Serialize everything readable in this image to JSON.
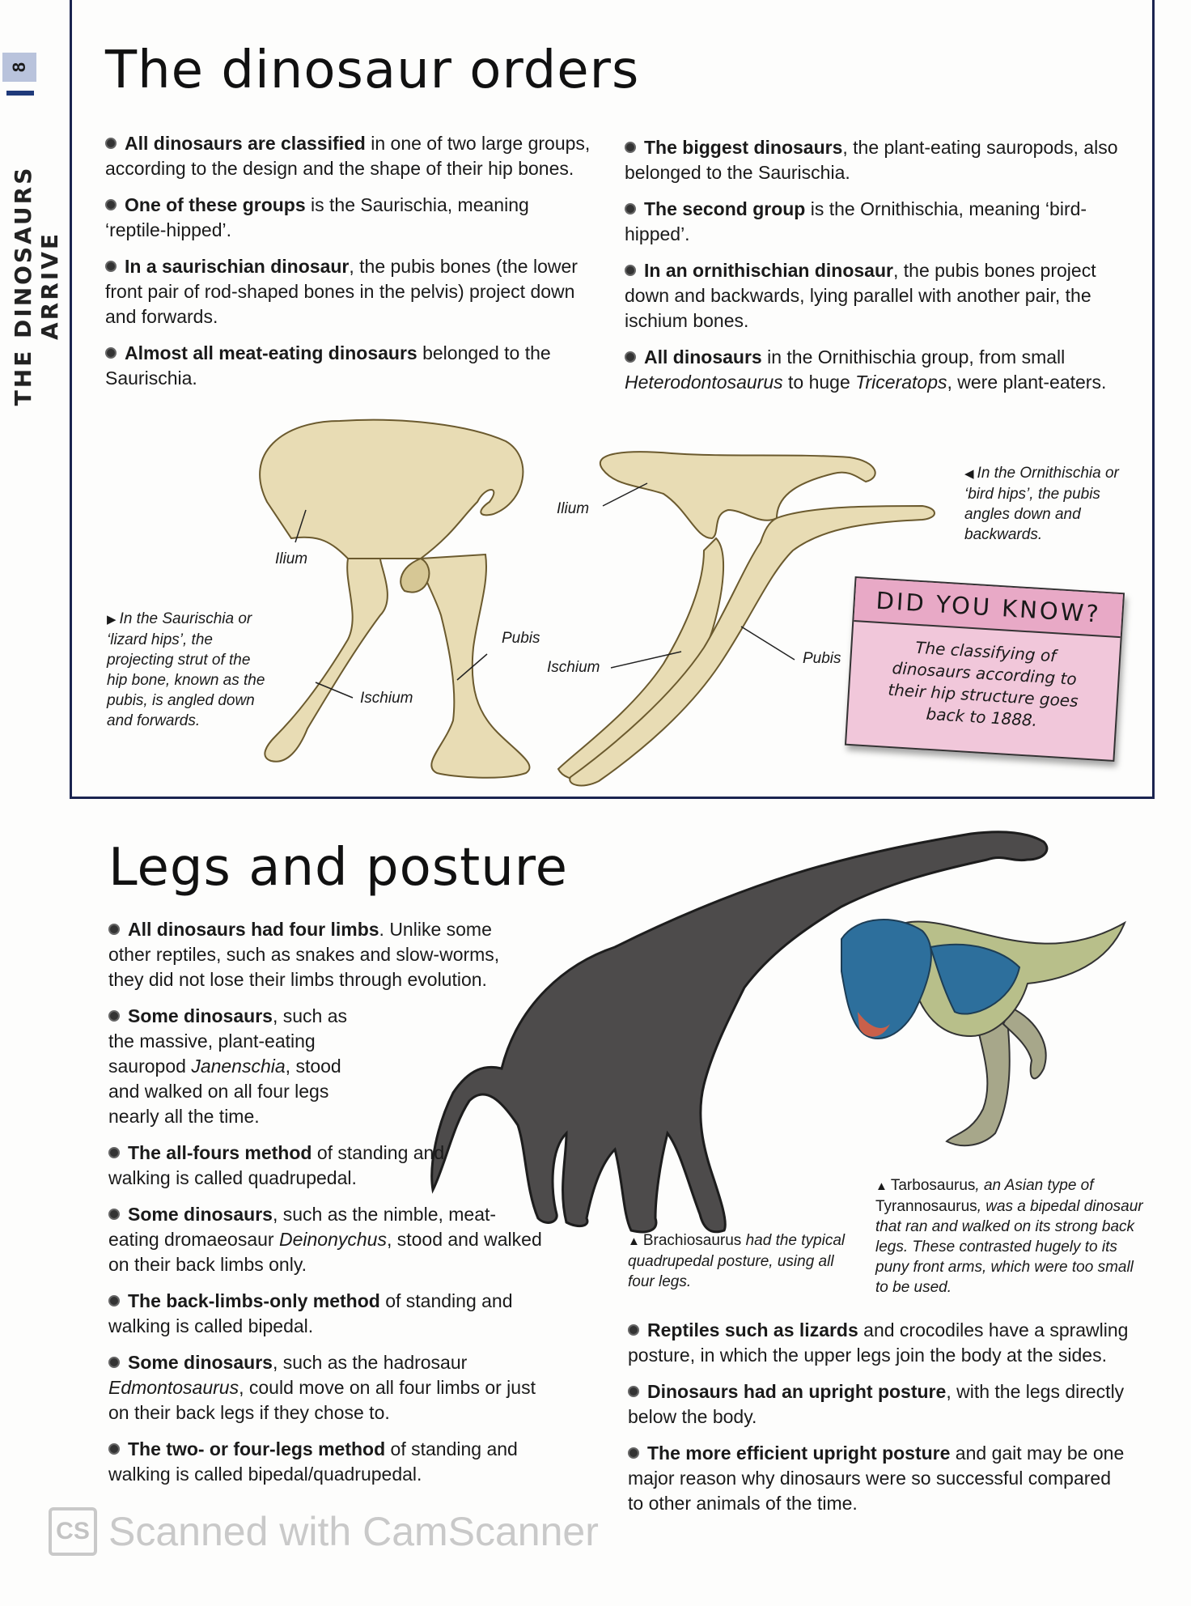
{
  "page": {
    "number": "8",
    "section_tab": "THE DINOSAURS ARRIVE"
  },
  "orders": {
    "title": "The dinosaur orders",
    "left_bullets": [
      {
        "bold": "All dinosaurs are classified",
        "rest": " in one of two large groups, according to the design and the shape of their hip bones."
      },
      {
        "bold": "One of these groups",
        "rest": " is the Saurischia, meaning ‘reptile-hipped’."
      },
      {
        "bold": "In a saurischian dinosaur",
        "rest": ", the pubis bones (the lower front pair of rod-shaped bones in the pelvis) project down and forwards."
      },
      {
        "bold": "Almost all meat-eating dinosaurs",
        "rest": " belonged to the Saurischia."
      }
    ],
    "right_bullets": [
      {
        "bold": "The biggest dinosaurs",
        "rest": ", the plant-eating sauropods, also belonged to the Saurischia."
      },
      {
        "bold": "The second group",
        "rest": " is the Ornithischia, meaning ‘bird-hipped’."
      },
      {
        "bold": "In an ornithischian dinosaur",
        "rest": ", the pubis bones project down and backwards, lying parallel with another pair, the ischium bones."
      },
      {
        "bold": "All dinosaurs",
        "rest_a": " in the Ornithischia group, from small ",
        "italic_a": "Heterodontosaurus",
        "rest_b": " to huge ",
        "italic_b": "Triceratops",
        "rest_c": ", were plant-eaters."
      }
    ],
    "saurischia_caption": "In the Saurischia or ‘lizard hips’, the projecting strut of the hip bone, known as the pubis, is angled down and forwards.",
    "ornithischia_caption": "In the Ornithischia or ‘bird hips’, the pubis angles down and backwards.",
    "labels": {
      "ilium_left": "Ilium",
      "pubis_left": "Pubis",
      "ischium_left": "Ischium",
      "ilium_right": "Ilium",
      "ischium_right": "Ischium",
      "pubis_right": "Pubis"
    },
    "did_you_know": {
      "heading": "DID YOU KNOW?",
      "body": "The classifying of dinosaurs according to their hip structure goes back to 1888."
    },
    "colors": {
      "bone": "#e8dcb4",
      "bone_shade": "#c9b98a",
      "box_border": "#1b2450",
      "dyk_bg": "#f1c7da",
      "dyk_head": "#e8a9c6"
    }
  },
  "legs": {
    "title": "Legs and posture",
    "left_bullets": [
      {
        "bold": "All dinosaurs had four limbs",
        "rest": ". Unlike some other reptiles, such as snakes and slow-worms, they did not lose their limbs through evolution."
      },
      {
        "bold": "Some dinosaurs",
        "rest_a": ", such as the massive, plant-eating sauropod ",
        "italic": "Janenschia",
        "rest_b": ", stood and walked on all four legs nearly all the time."
      },
      {
        "bold": "The all-fours method",
        "rest": " of standing and walking is called quadrupedal."
      },
      {
        "bold": "Some dinosaurs",
        "rest_a": ", such as the nimble, meat-eating dromaeosaur ",
        "italic": "Deinonychus",
        "rest_b": ", stood and walked on their back limbs only."
      },
      {
        "bold": "The back-limbs-only method",
        "rest": " of standing and walking is called bipedal."
      },
      {
        "bold": "Some dinosaurs",
        "rest_a": ", such as the hadrosaur ",
        "italic": "Edmontosaurus",
        "rest_b": ", could move on all four limbs or just on their back legs if they chose to."
      },
      {
        "bold": "The two- or four-legs method",
        "rest": " of standing and walking is called bipedal/quadrupedal."
      }
    ],
    "right_bullets": [
      {
        "bold": "Reptiles such as lizards",
        "rest": " and crocodiles have a sprawling posture, in which the upper legs join the body at the sides."
      },
      {
        "bold": "Dinosaurs had an upright posture",
        "rest": ", with the legs directly below the body."
      },
      {
        "bold": "The more efficient upright posture",
        "rest": " and gait may be one major reason why dinosaurs were so successful compared to other animals of the time."
      }
    ],
    "brachiosaurus_caption": {
      "name": "Brachiosaurus",
      "text": " had the typical quadrupedal posture, using all four legs."
    },
    "tarbosaurus_caption": {
      "name_a": "Tarbosaurus",
      "text_a": ", an Asian type of ",
      "name_b": "Tyrannosaurus",
      "text_b": ", was a bipedal dinosaur that ran and walked on its strong back legs. These contrasted hugely to its puny front arms, which were too small to be used."
    },
    "colors": {
      "brachiosaurus": "#4a4a4a",
      "tarbosaurus_body": "#2d6f9c",
      "tarbosaurus_belly": "#b8bf8a",
      "tarbosaurus_legs": "#a7a78a"
    }
  },
  "watermark": {
    "logo": "CS",
    "text": "Scanned with CamScanner"
  }
}
